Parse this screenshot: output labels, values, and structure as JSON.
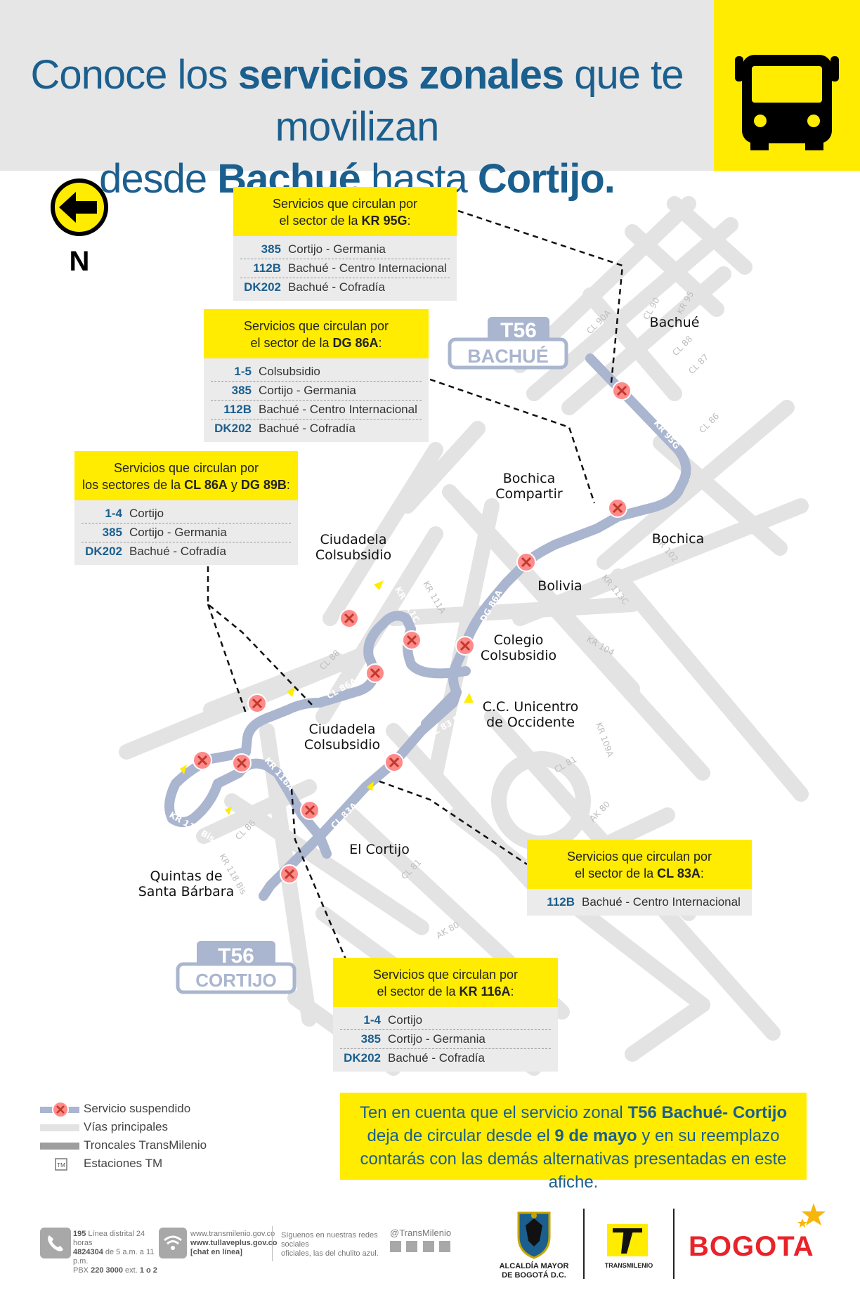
{
  "header": {
    "line1_a": "Conoce los ",
    "line1_b": "servicios zonales",
    "line1_c": " que te movilizan",
    "line2_a": "desde ",
    "line2_b": "Bachué",
    "line2_c": " hasta ",
    "line2_d": "Cortijo."
  },
  "north_label": "N",
  "stations": {
    "start_code": "T56",
    "start_name": "BACHUÉ",
    "end_code": "T56",
    "end_name": "CORTIJO"
  },
  "boxes": [
    {
      "title_line1": "Servicios que circulan por",
      "title_line2_pre": "el sector de la ",
      "title_line2_bold": "KR 95G",
      "title_line2_post": ":",
      "routes": [
        {
          "code": "385",
          "name": "Cortijo - Germania"
        },
        {
          "code": "112B",
          "name": "Bachué - Centro Internacional"
        },
        {
          "code": "DK202",
          "name": "Bachué - Cofradía"
        }
      ]
    },
    {
      "title_line1": "Servicios que circulan por",
      "title_line2_pre": "el sector de la ",
      "title_line2_bold": "DG 86A",
      "title_line2_post": ":",
      "routes": [
        {
          "code": "1-5",
          "name": "Colsubsidio"
        },
        {
          "code": "385",
          "name": "Cortijo - Germania"
        },
        {
          "code": "112B",
          "name": "Bachué - Centro Internacional"
        },
        {
          "code": "DK202",
          "name": "Bachué - Cofradía"
        }
      ]
    },
    {
      "title_line1": "Servicios que circulan por",
      "title_line2_pre": "los sectores de la ",
      "title_line2_bold": "CL 86A",
      "title_line2_mid": " y ",
      "title_line2_bold2": "DG 89B",
      "title_line2_post": ":",
      "routes": [
        {
          "code": "1-4",
          "name": "Cortijo"
        },
        {
          "code": "385",
          "name": "Cortijo - Germania"
        },
        {
          "code": "DK202",
          "name": "Bachué - Cofradía"
        }
      ]
    },
    {
      "title_line1": "Servicios que circulan por",
      "title_line2_pre": "el sector de la ",
      "title_line2_bold": "CL 83A",
      "title_line2_post": ":",
      "routes": [
        {
          "code": "112B",
          "name": "Bachué - Centro Internacional"
        }
      ]
    },
    {
      "title_line1": "Servicios que circulan por",
      "title_line2_pre": "el sector de la ",
      "title_line2_bold": "KR 116A",
      "title_line2_post": ":",
      "routes": [
        {
          "code": "1-4",
          "name": "Cortijo"
        },
        {
          "code": "385",
          "name": "Cortijo - Germania"
        },
        {
          "code": "DK202",
          "name": "Bachué - Cofradía"
        }
      ]
    }
  ],
  "places": {
    "bachue": "Bachué",
    "bochica_compartir_1": "Bochica",
    "bochica_compartir_2": "Compartir",
    "bochica": "Bochica",
    "ciudadela1_1": "Ciudadela",
    "ciudadela1_2": "Colsubsidio",
    "bolivia": "Bolivia",
    "colegio_1": "Colegio",
    "colegio_2": "Colsubsidio",
    "unicentro_1": "C.C. Unicentro",
    "unicentro_2": "de Occidente",
    "ciudadela2_1": "Ciudadela",
    "ciudadela2_2": "Colsubsidio",
    "el_cortijo": "El Cortijo",
    "quintas_1": "Quintas de",
    "quintas_2": "Santa Bárbara"
  },
  "street_labels": {
    "cl90a": "CL 90A",
    "cl90": "CL 90",
    "kr95": "KR 95",
    "cl88_top": "CL 88",
    "cl87": "CL 87",
    "kr95g": "KR 95G",
    "cl86_top": "CL 86",
    "dg86a_top": "DG 86A",
    "kr102": "KR 102",
    "kr113c": "KR 113C",
    "kr111a": "KR 111A",
    "kr111c": "KR 111C",
    "dg86a_mid": "DG 86A",
    "kr104": "KR 104",
    "cl88_mid": "CL 88",
    "cl86a": "CL 86A",
    "cl83bis": "CL 83 Bis",
    "kr109a": "KR 109A",
    "cl81_right": "CL 81",
    "ak80_right": "AK 80",
    "kr116a": "KR 116A",
    "cl83a": "CL 83A",
    "kr118bis_loop": "KR 118 Bis",
    "cl86_low": "CL 86",
    "kr118bis_low": "KR 118 Bis",
    "cl81_low": "CL 81",
    "ak80_low": "AK 80"
  },
  "legend": {
    "suspended": "Servicio suspendido",
    "main_roads": "Vías principales",
    "trunk": "Troncales TransMilenio",
    "stations": "Estaciones TM",
    "station_glyph": "TM"
  },
  "notice": {
    "a": "Ten en cuenta que el servicio zonal ",
    "b": "T56 Bachué- Cortijo",
    "c": " deja de circular desde el ",
    "d": "9 de mayo",
    "e": " y en su reemplazo contarás con las demás alternativas presentadas en este afiche."
  },
  "footer": {
    "phone_1a": "195",
    "phone_1b": " Línea distrital 24 horas",
    "phone_2a": "4824304",
    "phone_2b": " de 5 a.m. a 11 p.m.",
    "phone_3a": "PBX ",
    "phone_3b": "220 3000",
    "phone_3c": " ext. ",
    "phone_3d": "1 o 2",
    "web_1": "www.transmilenio.gov.co",
    "web_2": "www.tullaveplus.gov.co",
    "web_3": "[chat en línea]",
    "social_1": "Síguenos en nuestras redes sociales",
    "social_2": "oficiales, las del chulito azul.",
    "handle": "@TransMilenio",
    "alcaldia_1": "ALCALDÍA MAYOR",
    "alcaldia_2": "DE BOGOTÁ D.C.",
    "transmilenio": "TRANSMILENIO",
    "bogota": "BOGOTA"
  },
  "colors": {
    "brand_blue": "#1b5f8e",
    "yellow": "#ffec00",
    "route": "#aab5cf",
    "road": "#e3e3e3",
    "stop_red": "#ff8a8a",
    "bogota_red": "#e8232a"
  }
}
